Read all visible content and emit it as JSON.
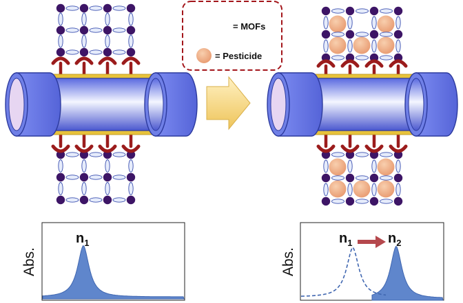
{
  "legend": {
    "mofs_label": "= MOFs",
    "pesticide_label": "= Pesticide"
  },
  "left_plot": {
    "ylabel": "Abs.",
    "peak_label": "n",
    "peak_sub": "1"
  },
  "right_plot": {
    "ylabel": "Abs.",
    "peak1_label": "n",
    "peak1_sub": "1",
    "peak2_label": "n",
    "peak2_sub": "2"
  },
  "colors": {
    "tube": "#6f7fe6",
    "tube_dark": "#2c3a9e",
    "tube_inner": "#e7d6f2",
    "linker": "#9b1c1c",
    "gold": "#e7c23a",
    "node": "#3d1566",
    "rod": "#e6ecfb",
    "pesticide": "#f0b28c",
    "arrow": "#f4d77f",
    "legend_border": "#a3151a",
    "peak_fill": "#5f86cc",
    "shift_arrow": "#b5484d"
  },
  "icons": {
    "process_arrow": "right-arrow-icon",
    "shift_arrow": "right-arrow-icon"
  }
}
